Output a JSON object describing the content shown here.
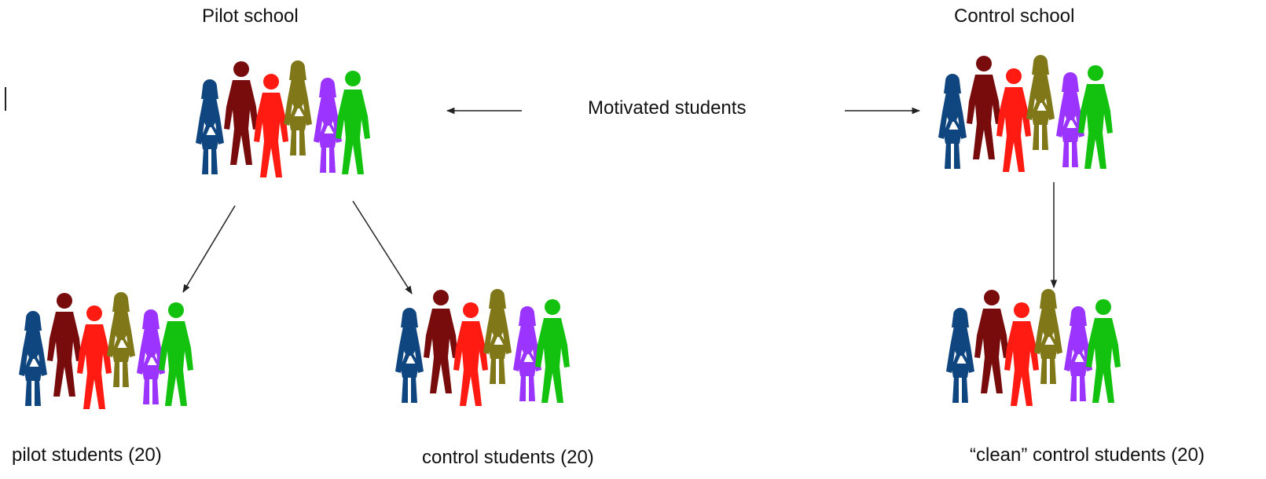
{
  "diagram": {
    "pilot_school": {
      "title": "Pilot school"
    },
    "control_school": {
      "title": "Control school"
    },
    "center_label": "Motivated students",
    "pilot_students": {
      "label": "pilot students (20)"
    },
    "control_students": {
      "label": "control students (20)"
    },
    "clean_control_students": {
      "label": "“clean” control students (20)"
    }
  },
  "figure_colors": {
    "navy_woman": "#10467f",
    "maroon_man": "#780c0c",
    "red_man": "#ff1a12",
    "olive_woman": "#807719",
    "purple_woman": "#9b34ff",
    "green_man": "#13c20f"
  },
  "icons": {
    "person_figures": [
      "woman",
      "man",
      "man",
      "woman",
      "woman",
      "man"
    ],
    "arrow_color": "#222222"
  }
}
